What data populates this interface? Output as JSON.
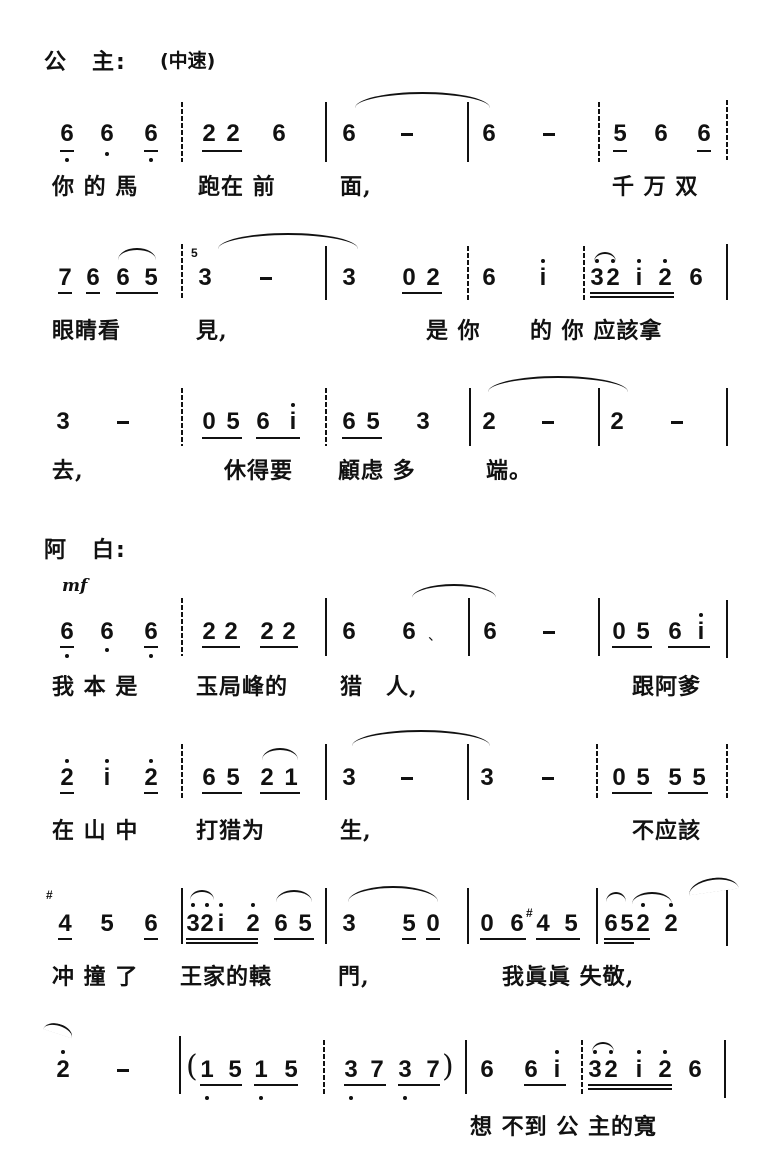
{
  "sections": [
    {
      "role": "公　主:",
      "tempo": "(中速)",
      "systems": [
        {
          "notes": "6̣ 6̣ 6̣ | 2 2 6 | 6 - | 6 - | 5 6 6 |",
          "lyrics": [
            "你 的 馬",
            "跑在 前",
            "面,",
            "千 万 双"
          ]
        },
        {
          "notes": "7 6 6 5 | ⁵3 - | 3 0 2 | 6 i | 3̇2̇ i 2̇ 6 |",
          "grace": "5",
          "lyrics": [
            "眼睛看",
            "見,",
            "是 你",
            "的 你",
            "应該拿"
          ]
        },
        {
          "notes": "3 - | 0 5 6 i | 6 5 3 | 2 - | 2 - |",
          "lyrics": [
            "去,",
            "休得要",
            "顧虑 多",
            "端。"
          ]
        }
      ]
    },
    {
      "role": "阿　白:",
      "dynamic": "mf",
      "systems": [
        {
          "notes": "6̣ 6̣ 6̣ | 2 2 2 2 | 6 6· | 6 - | 0 5 6 i |",
          "lyrics": [
            "我 本 是",
            "玉局峰的",
            "猎　人,",
            "跟阿爹"
          ]
        },
        {
          "notes": "2̇ i 2̇ | 6 5 2 1 | 3 - | 3 - | 0 5 5 5 |",
          "lyrics": [
            "在 山 中",
            "打猎为",
            "生,",
            "不应該"
          ]
        },
        {
          "notes": "#4 5 6 | 3̇2̇i 2̇ 6 5 | 3 5 0 | 0 6 #4 5 | 6 5 2̇ 2̇ |",
          "lyrics": [
            "冲 撞 了",
            "王家的轅",
            "門,",
            "我眞眞 失敬,"
          ]
        },
        {
          "notes": "2̇ - | (1̣ 5 1̣ 5 | 3̣ 7 3̣ 7) | 6 6 i | 3̇2̇ i 2̇ 6 |",
          "lyrics": [
            "想 不到 公 主的寬"
          ]
        }
      ]
    }
  ],
  "labels": {
    "role1": "公　主:",
    "tempo1": "(中速)",
    "role2": "阿　白:",
    "dyn": "mf",
    "grace5": "5",
    "sharp": "#",
    "paren_open": "(",
    "paren_close": ")",
    "ly": {
      "s1a": "你 的 馬",
      "s1b": "跑在 前",
      "s1c": "面,",
      "s1d": "千 万 双",
      "s2a": "眼睛看",
      "s2b": "見,",
      "s2c": "是 你",
      "s2d": "的 你 应該拿",
      "s3a": "去,",
      "s3b": "休得要",
      "s3c": "顧虑 多",
      "s3d": "端。",
      "s4a": "我 本 是",
      "s4b": "玉局峰的",
      "s4c": "猎　人,",
      "s4d": "跟阿爹",
      "s5a": "在 山 中",
      "s5b": "打猎为",
      "s5c": "生,",
      "s5d": "不应該",
      "s6a": "冲 撞 了",
      "s6b": "王家的轅",
      "s6c": "門,",
      "s6d": "我眞眞 失敬,",
      "s7a": "想 不到 公 主的寬"
    },
    "n": {
      "six": "6",
      "two": "2",
      "five": "5",
      "seven": "7",
      "three": "3",
      "zero": "0",
      "one": "1",
      "four": "4",
      "i": "i",
      "dash": "-"
    }
  }
}
